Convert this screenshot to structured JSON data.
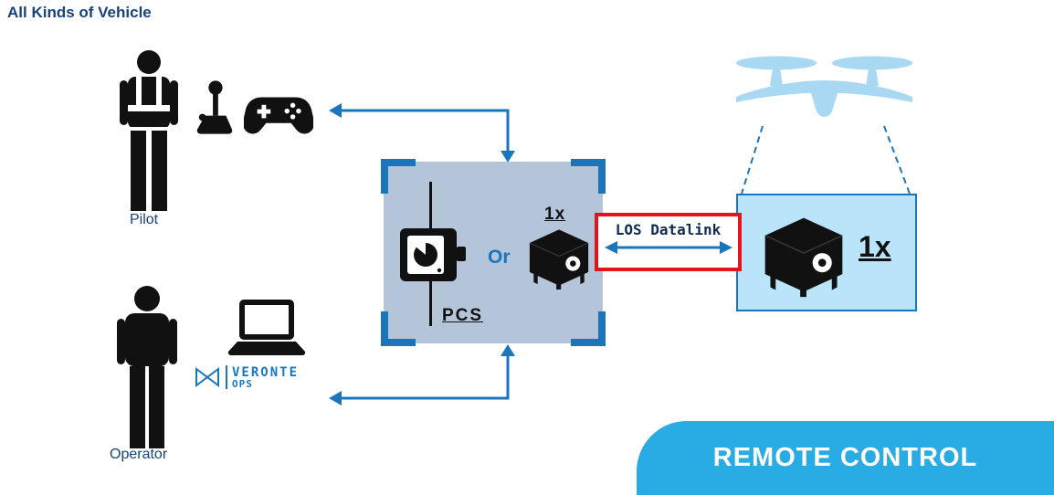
{
  "title": "All Kinds of Vehicle",
  "pilot": {
    "label": "Pilot"
  },
  "operator": {
    "label": "Operator"
  },
  "veronte_logo": {
    "name": "VERONTE",
    "sub": "OPS"
  },
  "pcs_station": {
    "unit_count": "1x",
    "or_label": "Or",
    "name": "PCS"
  },
  "datalink": {
    "label": "LOS Datalink"
  },
  "aircraft": {
    "unit_count": "1x"
  },
  "banner": {
    "label": "REMOTE CONTROL"
  },
  "colors": {
    "heading_text": "#17427C",
    "accent_blue": "#1B75BB",
    "station_box_fill": "#B4C5D9",
    "aircraft_box_fill": "#B9E4F9",
    "datalink_red": "#E0161C",
    "banner_blue": "#29ABE3",
    "drone_fill": "#A9D9F2",
    "icon_black": "#111111"
  }
}
